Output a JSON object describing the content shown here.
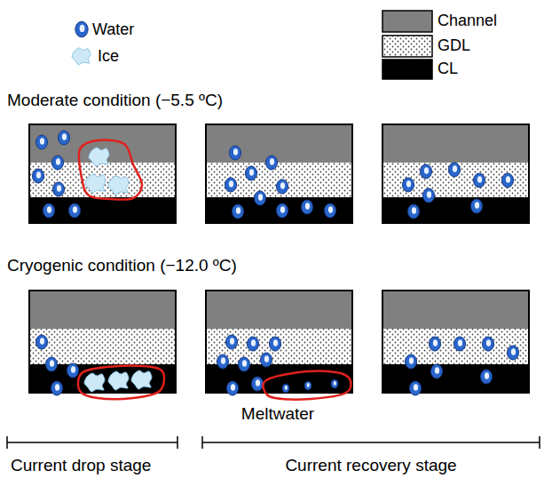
{
  "diagram": {
    "labels": [
      "Moderate condition (−5.5 ºC)",
      "Cryogenic condition (−12.0 ºC)",
      "Meltwater",
      "Current drop stage",
      "Current recovery stage"
    ],
    "legend": [
      {
        "text": "Water"
      },
      {
        "text": "Ice"
      },
      {
        "text": "Channel",
        "color": "#808080"
      },
      {
        "text": "GDL"
      },
      {
        "text": "CL",
        "color": "#000000"
      }
    ]
  }
}
